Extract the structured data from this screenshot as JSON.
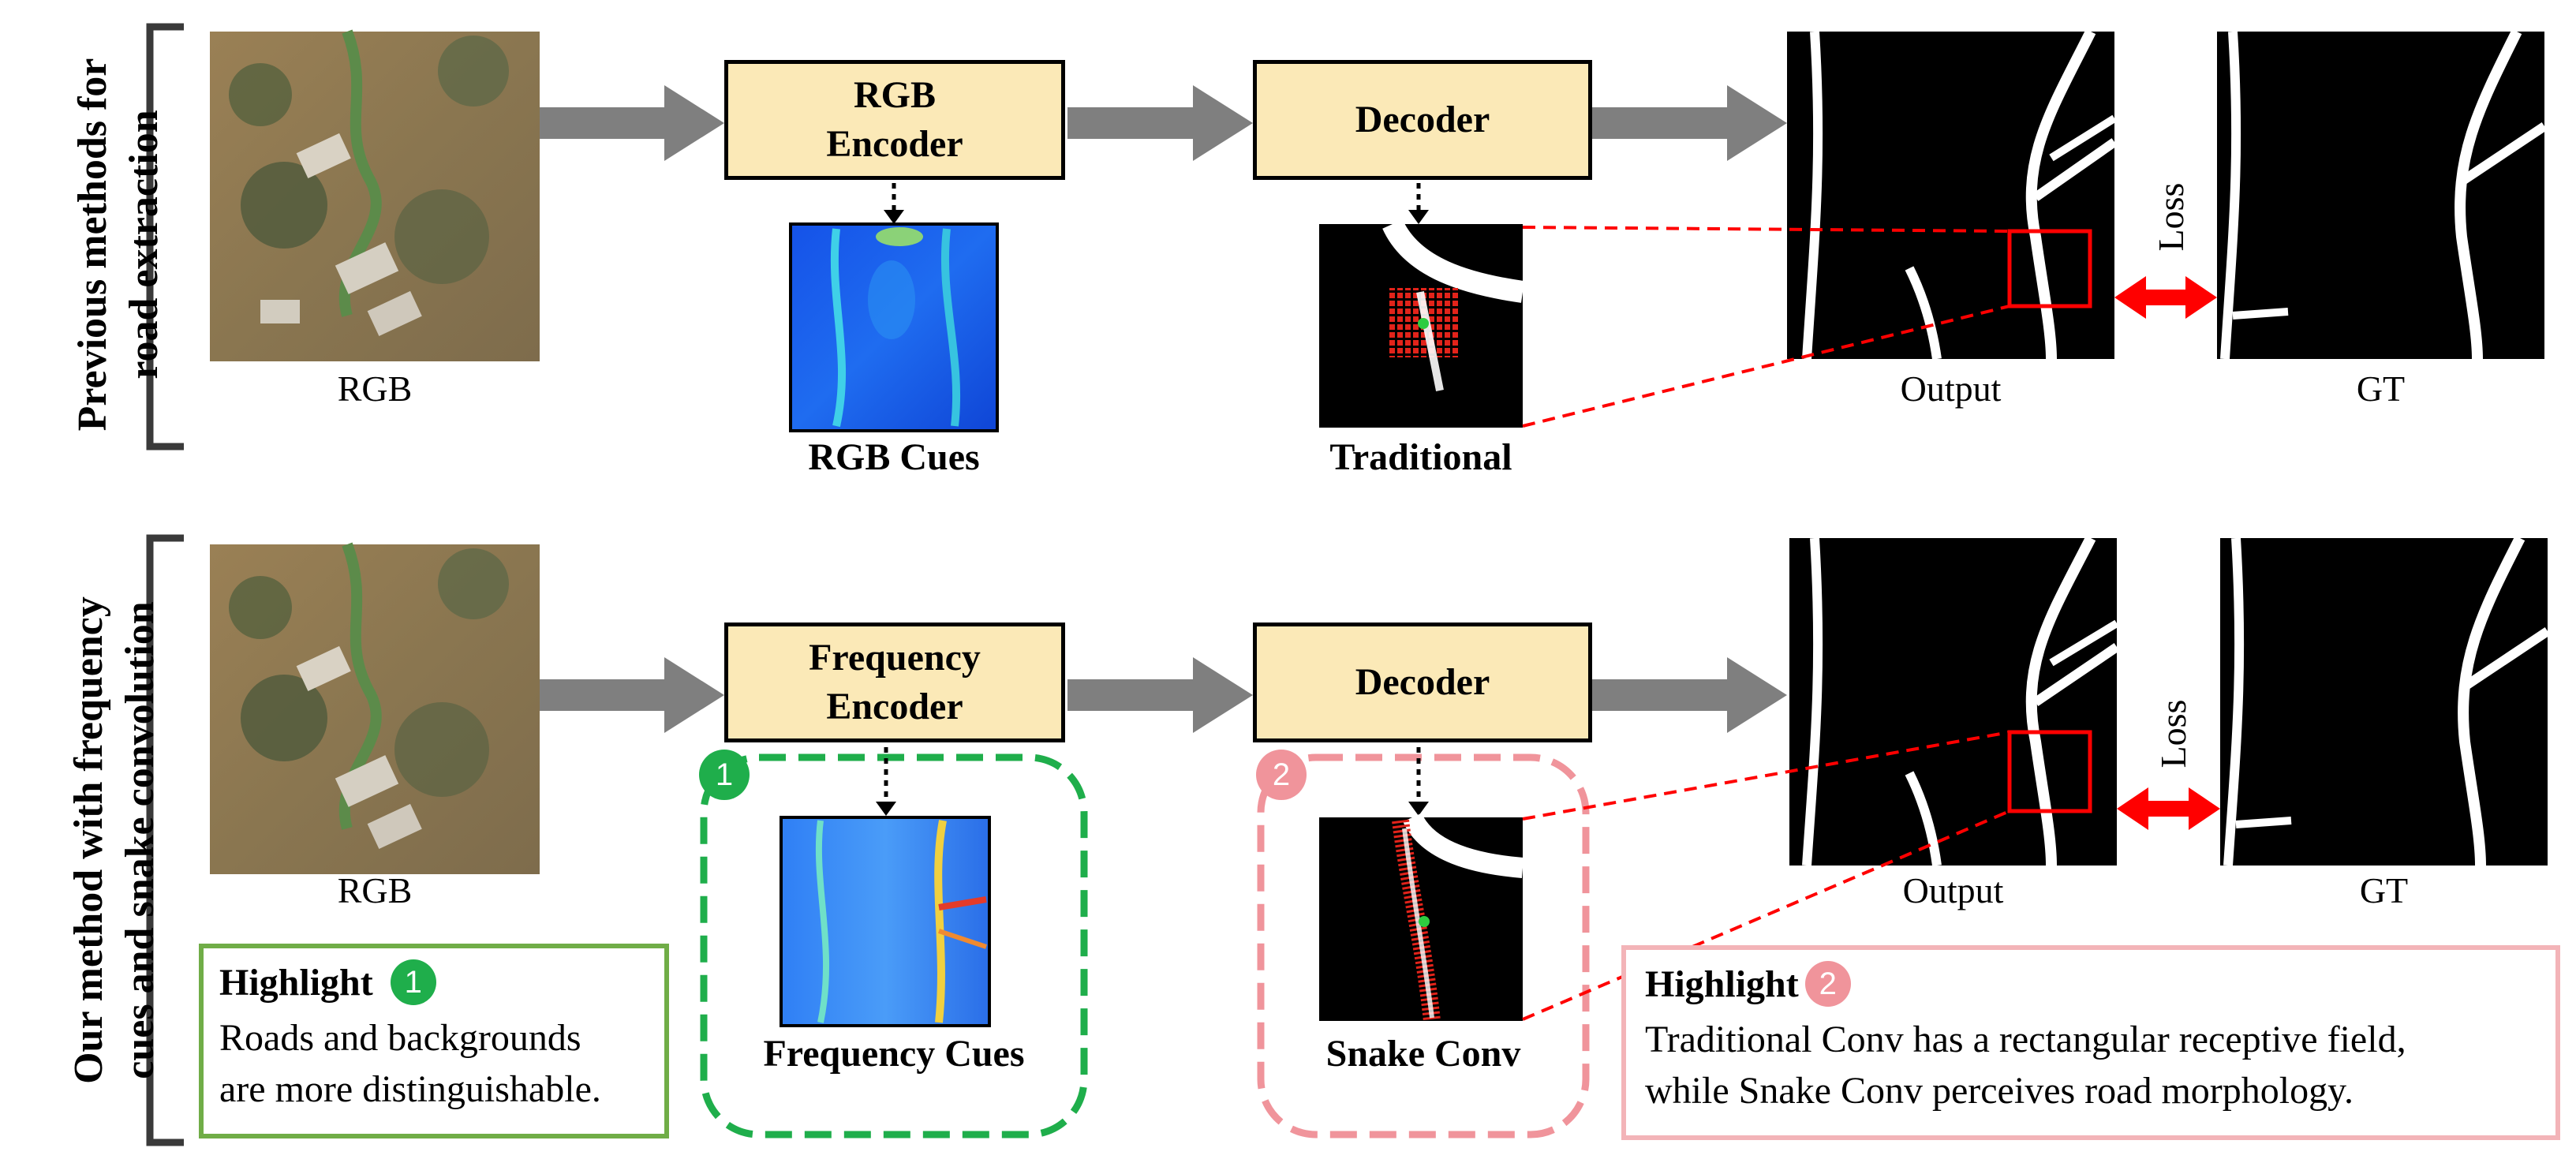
{
  "top_row": {
    "side_label_line1": "Previous methods for",
    "side_label_line2": "road extraction",
    "rgb_caption": "RGB",
    "encoder_line1": "RGB",
    "encoder_line2": "Encoder",
    "decoder": "Decoder",
    "encoder_cues_caption": "RGB Cues",
    "conv_caption": "Traditional",
    "output_caption": "Output",
    "gt_caption": "GT",
    "loss_label": "Loss"
  },
  "bottom_row": {
    "side_label_line1": "Our method with frequency",
    "side_label_line2": "cues and snake convolution",
    "rgb_caption": "RGB",
    "encoder_line1": "Frequency",
    "encoder_line2": "Encoder",
    "decoder": "Decoder",
    "encoder_cues_caption": "Frequency Cues",
    "conv_caption": "Snake Conv",
    "output_caption": "Output",
    "gt_caption": "GT",
    "loss_label": "Loss"
  },
  "highlights": [
    {
      "number": "1",
      "title": "Highlight",
      "line1": "Roads and backgrounds",
      "line2": "are more distinguishable.",
      "color": "#1fae4b",
      "border_color": "#70ad47"
    },
    {
      "number": "2",
      "title": "Highlight",
      "line1": "Traditional Conv has a rectangular receptive field,",
      "line2": "while Snake Conv perceives road morphology.",
      "color": "#f0949b",
      "border_color": "#f3b4b8"
    }
  ],
  "colors": {
    "box_fill": "#fbe9b7",
    "arrow_gray": "#7f7f7f",
    "red": "#ff0000",
    "green_dash": "#1fae4b",
    "pink_dash": "#f0949b"
  }
}
